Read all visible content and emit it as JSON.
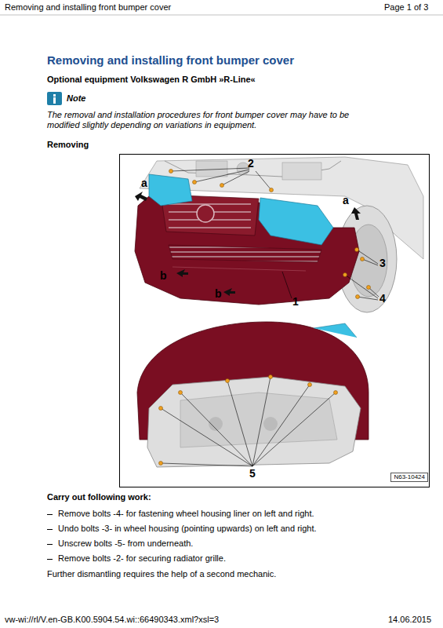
{
  "diagram": {
    "title": "Removing and installing front bumper cover",
    "nodes": [
      {
        "text": [
          "N63-10424"
        ]
      }
    ],
    "labels": [
      "Removing and installing front bumper cover",
      "Page 1 of 3",
      "Optional equipment Volkswagen R GmbH »R-Line«",
      "Note",
      "The removal and installation procedures for front bumper cover may have to be modified slightly depending on variations in equipment.",
      "Removing",
      "2",
      "a",
      "a",
      "b",
      "b",
      "1",
      "3",
      "4",
      "5",
      "Carry out following work:",
      "Remove bolts -4- for fastening wheel housing liner on left and right.",
      "Undo bolts -3- in wheel housing (pointing upwards) on left and right.",
      "Unscrew bolts -5- from underneath.",
      "Remove bolts -2- for securing radiator grille.",
      "Further dismantling requires the help of a second mechanic.",
      "vw-wi://rl/V.en-GB.K00.5904.54.wi::66490343.xml?xsl=3",
      "14.06.2015"
    ]
  }
}
